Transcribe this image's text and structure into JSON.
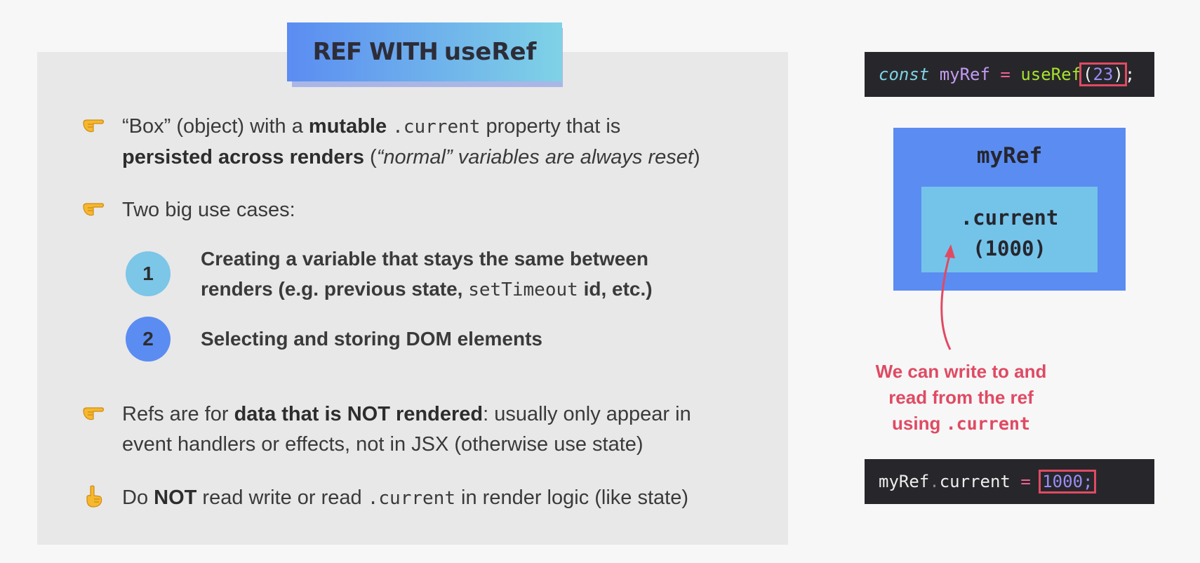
{
  "title": {
    "part1": "REF WITH",
    "part2": "useRef"
  },
  "bullets": [
    {
      "icon": "pointing-hand-icon",
      "line1_pre": "“Box” (object) with a ",
      "line1_bold": "mutable",
      "line1_code": ".current",
      "line1_post": " property that is",
      "line2_bold": "persisted across renders",
      "line2_pre_italic": " (",
      "line2_italic": "“normal” variables are always reset",
      "line2_close": ")"
    },
    {
      "icon": "pointing-hand-icon",
      "text": "Two big use cases:"
    },
    {
      "icon": "pointing-hand-icon",
      "line1_pre": "Refs are for ",
      "line1_bold": "data that is NOT rendered",
      "line1_post": ": usually only appear in",
      "line2": "event handlers or effects, not in JSX (otherwise use state)"
    },
    {
      "icon": "index-up-hand-icon",
      "pre": "Do ",
      "bold": "NOT",
      "mid": " read write or read ",
      "code": ".current",
      "post": " in render logic (like state)"
    }
  ],
  "use_cases": [
    {
      "number": "1",
      "line1": "Creating a variable that stays the same between",
      "line2_pre": "renders (e.g. previous state, ",
      "line2_code": "setTimeout",
      "line2_post": " id, etc.)"
    },
    {
      "number": "2",
      "text": "Selecting and storing DOM elements"
    }
  ],
  "code_top": {
    "kw": "const",
    "var": "myRef",
    "op": "=",
    "fn": "useRef",
    "open": "(",
    "num": "23",
    "close": ")",
    "semi": ";"
  },
  "ref_box": {
    "label": "myRef",
    "current_label": ".current",
    "current_value": "(1000)"
  },
  "note": {
    "line1": "We can write to and",
    "line2": "read from the ref",
    "line3_pre": "using ",
    "line3_code": ".current"
  },
  "code_bottom": {
    "obj": "myRef",
    "dot": ".",
    "prop": "current",
    "op": "=",
    "num": "1000",
    "semi": ";"
  },
  "colors": {
    "accent_blue": "#5b8cf2",
    "accent_cyan": "#7cc6e8",
    "highlight_red": "#e04a63",
    "code_bg": "#27272b"
  }
}
